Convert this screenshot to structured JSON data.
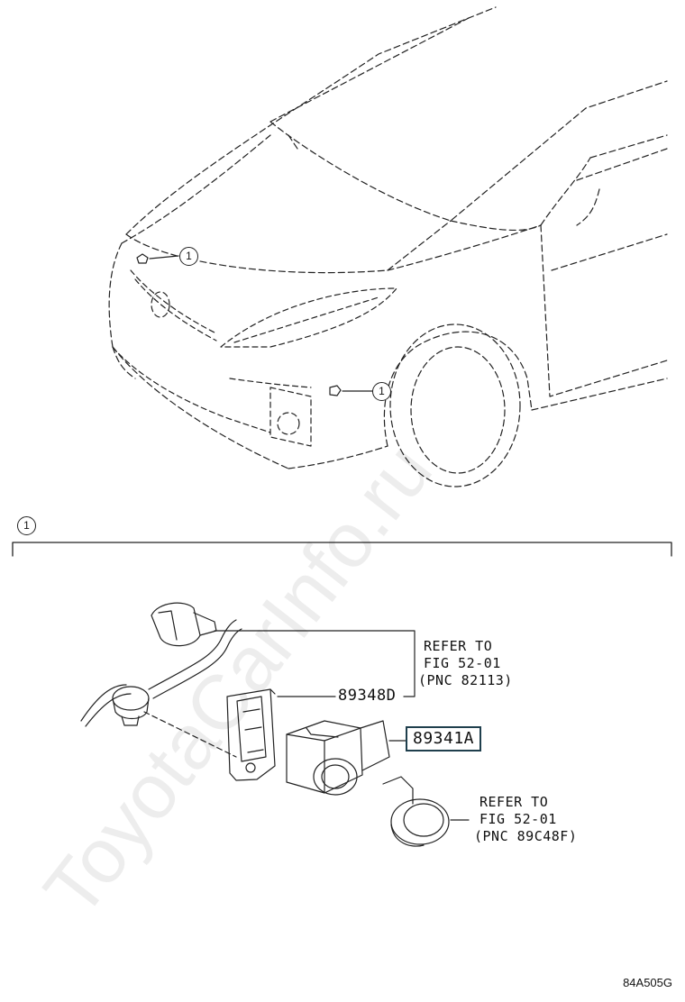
{
  "callout_symbol": "1",
  "parts": {
    "sensor_pn": "89341A",
    "retainer_pn": "89348D",
    "refer_upper": [
      "REFER TO",
      "FIG 52-01",
      "(PNC 82113)"
    ],
    "refer_lower": [
      "REFER TO",
      "FIG 52-01",
      "(PNC 89C48F)"
    ]
  },
  "watermark": "ToyotaCarInfo.ru",
  "figure_code": "84A505G",
  "colors": {
    "line": "#222222",
    "highlight_border": "#1f3f4d"
  }
}
